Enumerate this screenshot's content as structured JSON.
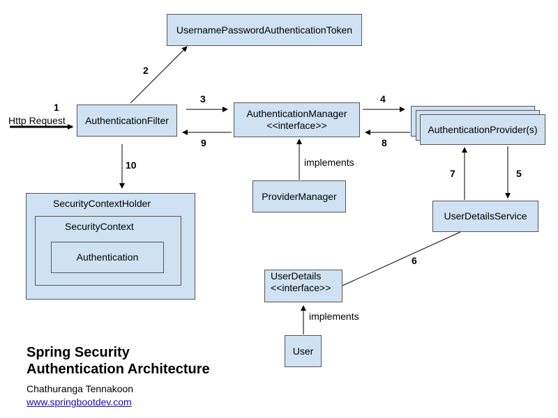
{
  "boxes": {
    "token": "UsernamePasswordAuthenticationToken",
    "filter": "AuthenticationFilter",
    "manager_line1": "AuthenticationManager",
    "manager_line2": "<<interface>>",
    "provider": "AuthenticationProvider(s)",
    "provider_manager": "ProviderManager",
    "user_details_service": "UserDetailsService",
    "user_details_line1": "UserDetails",
    "user_details_line2": "<<interface>>",
    "user": "User",
    "context_holder": "SecurityContextHolder",
    "context": "SecurityContext",
    "authentication": "Authentication"
  },
  "labels": {
    "http_request": "Http Request",
    "implements_manager": "implements",
    "implements_user": "implements"
  },
  "step_numbers": {
    "s1": "1",
    "s2": "2",
    "s3": "3",
    "s4": "4",
    "s5": "5",
    "s6": "6",
    "s7": "7",
    "s8": "8",
    "s9": "9",
    "s10": "10"
  },
  "footer": {
    "title_line1": "Spring Security",
    "title_line2": "Authentication Architecture",
    "author": "Chathuranga Tennakoon",
    "website": "www.springbootdev.com"
  },
  "colors": {
    "box_fill": "#cfe2f3",
    "box_border": "#555555",
    "link": "#1a0dab"
  }
}
